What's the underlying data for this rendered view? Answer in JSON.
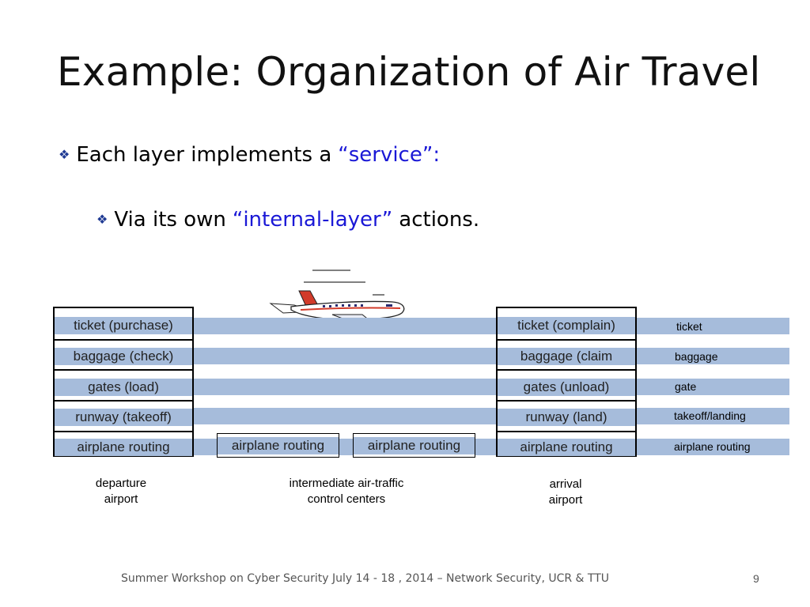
{
  "slide": {
    "title": "Example: Organization of Air Travel",
    "bullet1": {
      "text": "Each layer implements a",
      "highlight": "“service”:"
    },
    "bullet2": {
      "text": "Via its own",
      "highlight": "“internal-layer”",
      "tail": "actions."
    },
    "footer": "Summer Workshop on Cyber Security July 14 - 18 , 2014 – Network Security, UCR & TTU",
    "page_number": "9"
  },
  "diagram": {
    "departure_stack": [
      "ticket (purchase)",
      "baggage (check)",
      "gates (load)",
      "runway (takeoff)",
      "airplane routing"
    ],
    "intermediate": [
      "airplane routing",
      "airplane routing"
    ],
    "arrival_stack": [
      "ticket (complain)",
      "baggage (claim",
      "gates (unload)",
      "runway (land)",
      "airplane routing"
    ],
    "layer_labels": [
      "ticket",
      "baggage",
      "gate",
      "takeoff/landing",
      "airplane routing"
    ],
    "captions": {
      "departure": [
        "departure",
        "airport"
      ],
      "intermediate": [
        "intermediate air-traffic",
        "control centers"
      ],
      "arrival": [
        "arrival",
        "airport"
      ]
    }
  },
  "colors": {
    "band": "#a6bcdb",
    "accent_text": "#1a18d6",
    "bullet": "#1f3a93"
  },
  "icons": {
    "bullet": "diamond-bullet-icon",
    "airplane": "airplane-icon"
  }
}
